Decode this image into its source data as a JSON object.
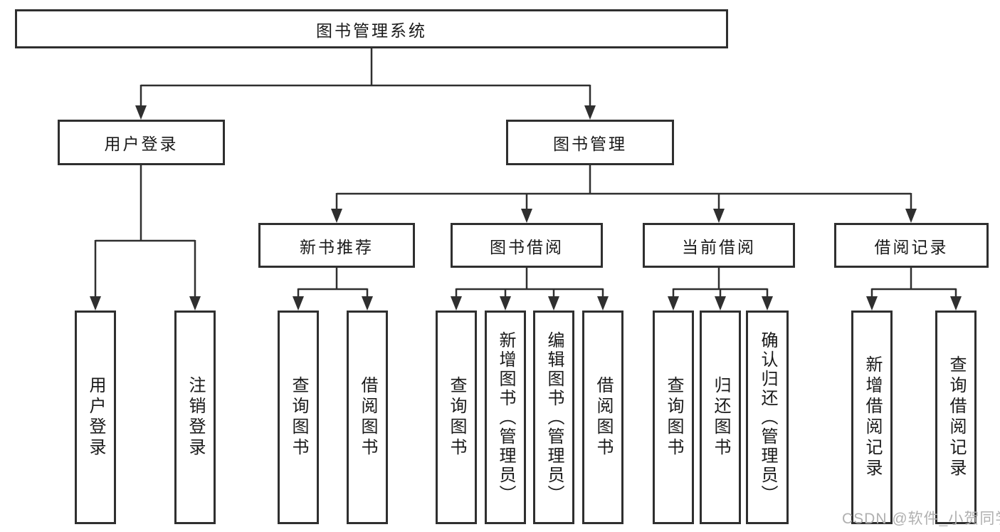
{
  "colors": {
    "line": "#2f2f2f",
    "text": "#1a1a1a",
    "background": "#ffffff",
    "watermark": "#b0b0b0"
  },
  "tree": {
    "root": "图书管理系统",
    "branches": [
      {
        "label": "用户登录",
        "leaves": [
          "用户登录",
          "注销登录"
        ]
      },
      {
        "label": "图书管理",
        "groups": [
          {
            "label": "新书推荐",
            "leaves": [
              "查询图书",
              "借阅图书"
            ]
          },
          {
            "label": "图书借阅",
            "leaves": [
              "查询图书",
              "新增图书（管理员）",
              "编辑图书（管理员）",
              "借阅图书"
            ]
          },
          {
            "label": "当前借阅",
            "leaves": [
              "查询图书",
              "归还图书",
              "确认归还（管理员）"
            ]
          },
          {
            "label": "借阅记录",
            "leaves": [
              "新增借阅记录",
              "查询借阅记录"
            ]
          }
        ]
      }
    ]
  },
  "watermark": {
    "text": "CSDN @软件_小贺同学"
  }
}
